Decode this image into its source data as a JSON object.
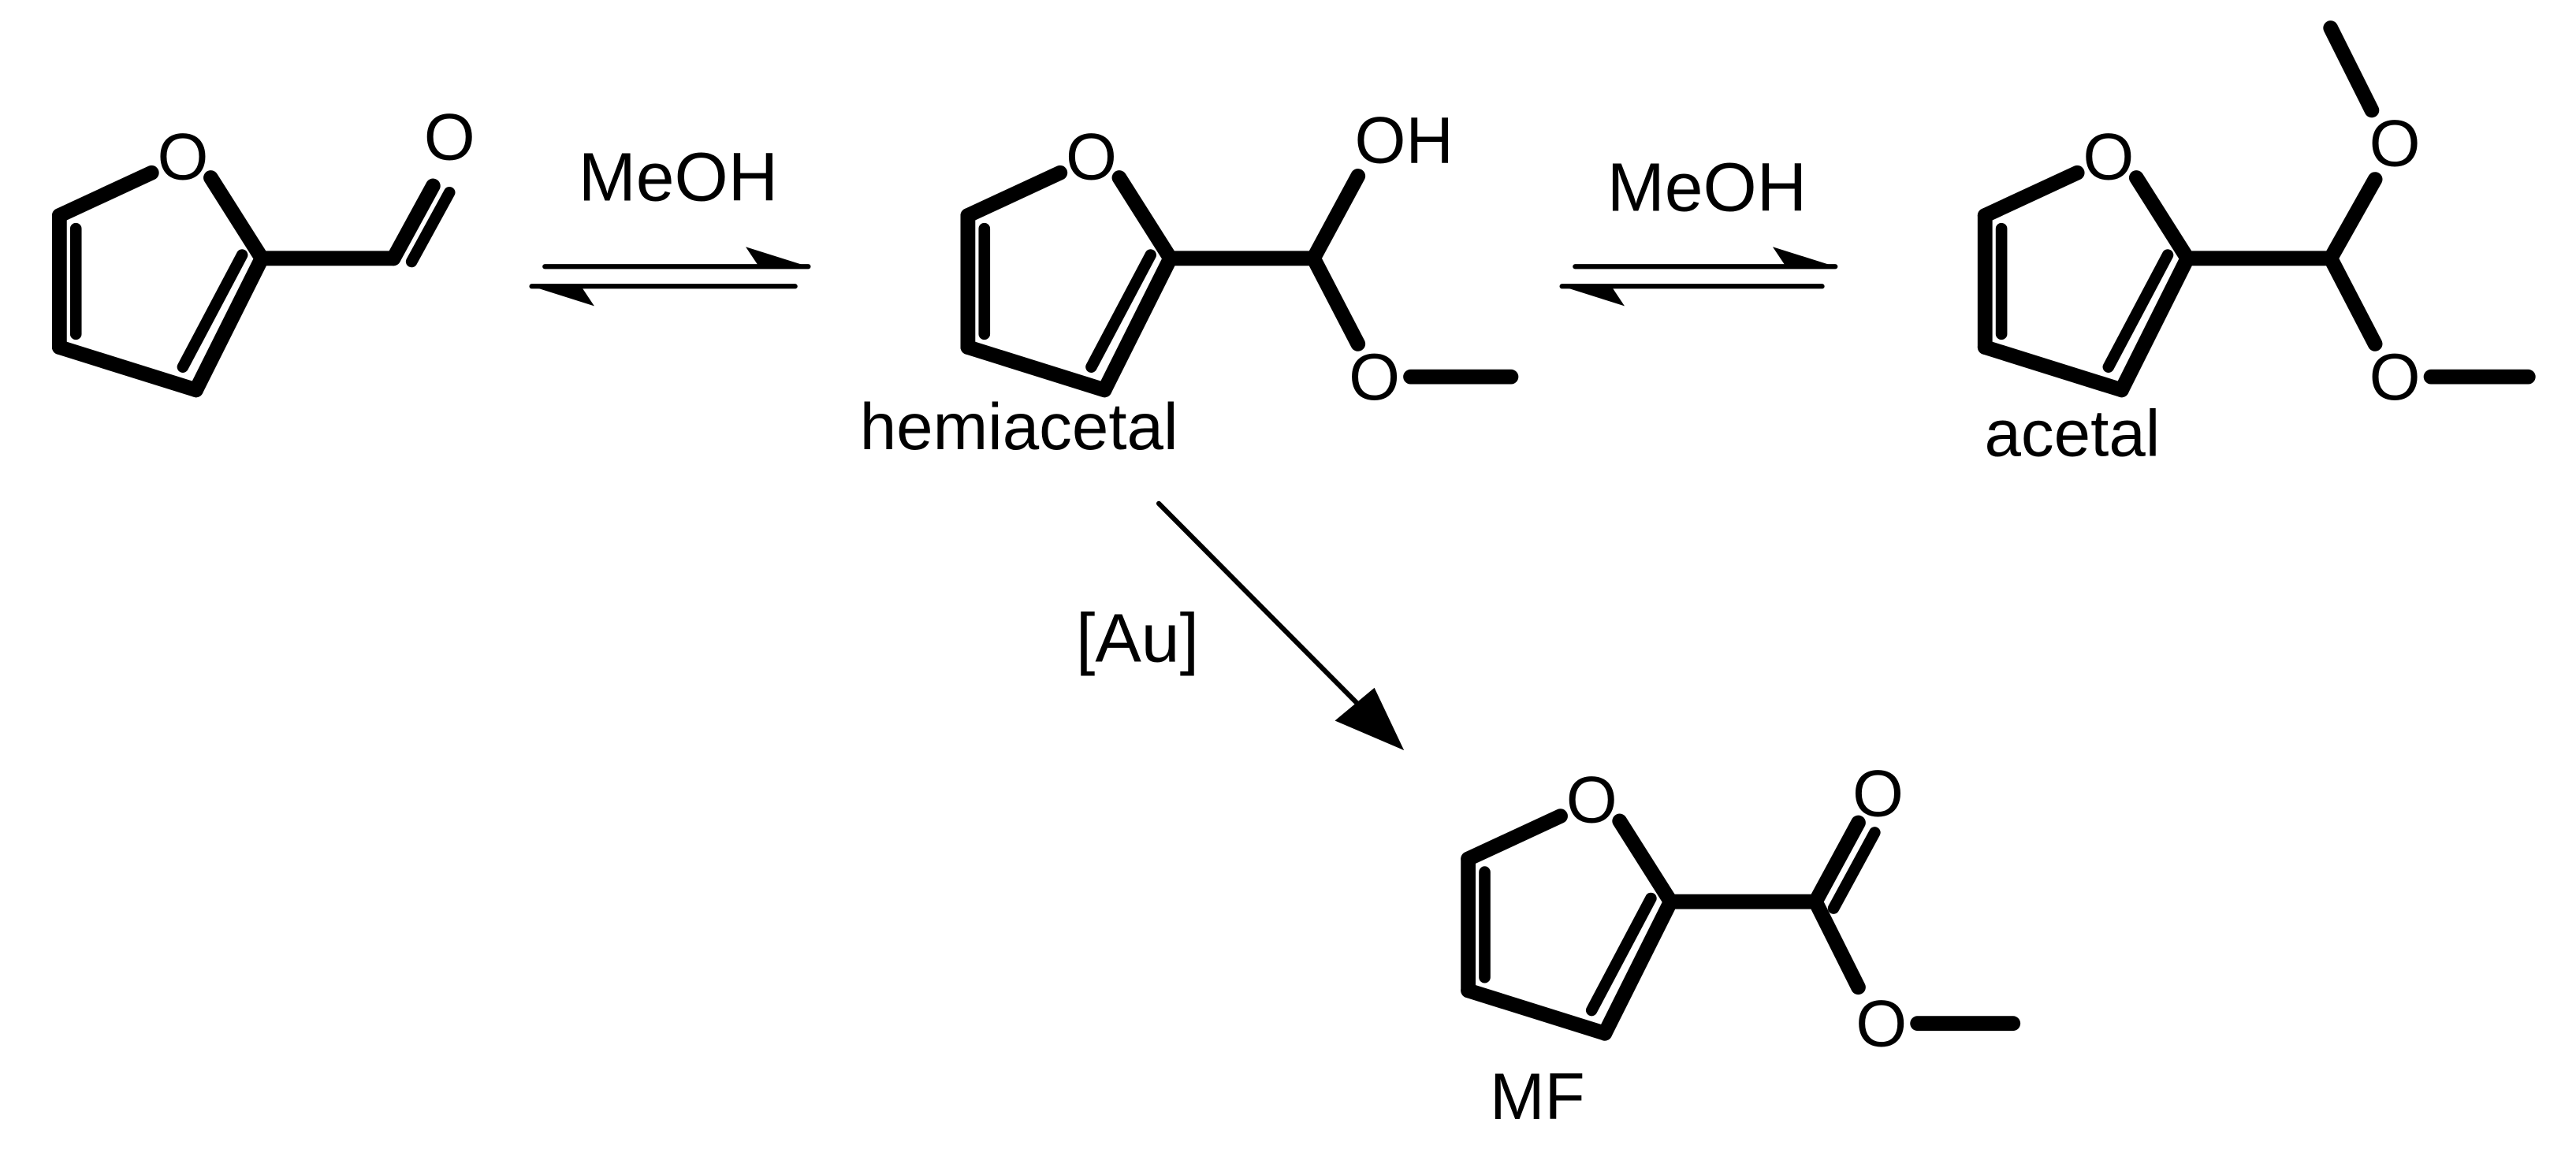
{
  "atoms": {
    "oxygen": "O",
    "hydroxyl": "OH"
  },
  "reagents": {
    "step1": "MeOH",
    "step2": "MeOH",
    "catalyst": "[Au]"
  },
  "labels": {
    "hemiacetal": "hemiacetal",
    "acetal": "acetal",
    "product": "MF"
  }
}
